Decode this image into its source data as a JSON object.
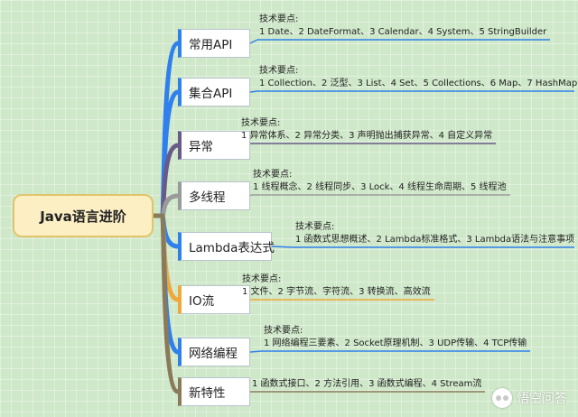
{
  "root": {
    "label": "Java语言进阶"
  },
  "branches": [
    {
      "label": "常用API",
      "color": "#2f80ed",
      "underline": "#2f80ed",
      "head": "技术要点:",
      "points": "1 Date、2 DateFormat、3 Calendar、4 System、5 StringBuilder"
    },
    {
      "label": "集合API",
      "color": "#2f80ed",
      "underline": "#2f80ed",
      "head": "技术要点:",
      "points": "1 Collection、2 泛型、3 List、4 Set、5 Collections、6 Map、7 HashMap"
    },
    {
      "label": "异常",
      "color": "#6a5a8a",
      "underline": "#6a5a8a",
      "head": "技术要点:",
      "points": "1 异常体系、2 异常分类、3 声明抛出捕获异常、4 自定义异常"
    },
    {
      "label": "多线程",
      "color": "#9a9a9a",
      "underline": "#9a9a9a",
      "head": "技术要点:",
      "points": "1 线程概念、2 线程同步、3 Lock、4 线程生命周期、5 线程池"
    },
    {
      "label": "Lambda表达式",
      "color": "#2f80ed",
      "underline": "#2f80ed",
      "head": "技术要点:",
      "points": "1 函数式思想概述、2 Lambda标准格式、3 Lambda语法与注意事项"
    },
    {
      "label": "IO流",
      "color": "#f0a83a",
      "underline": "#f0a83a",
      "head": "技术要点:",
      "points": "1 文件、2 字节流、字符流、3 转换流、高效流"
    },
    {
      "label": "网络编程",
      "color": "#2f80ed",
      "underline": "#2f80ed",
      "head": "技术要点:",
      "points": "1 网络编程三要素、2 Socket原理机制、3 UDP传输、4 TCP传输"
    },
    {
      "label": "新特性",
      "color": "#8a7a5a",
      "underline": "#8a7a5a",
      "head": "",
      "points": "1 函数式接口、2 方法引用、3 函数式编程、4 Stream流"
    }
  ],
  "watermark": {
    "text": "悟空问答"
  }
}
